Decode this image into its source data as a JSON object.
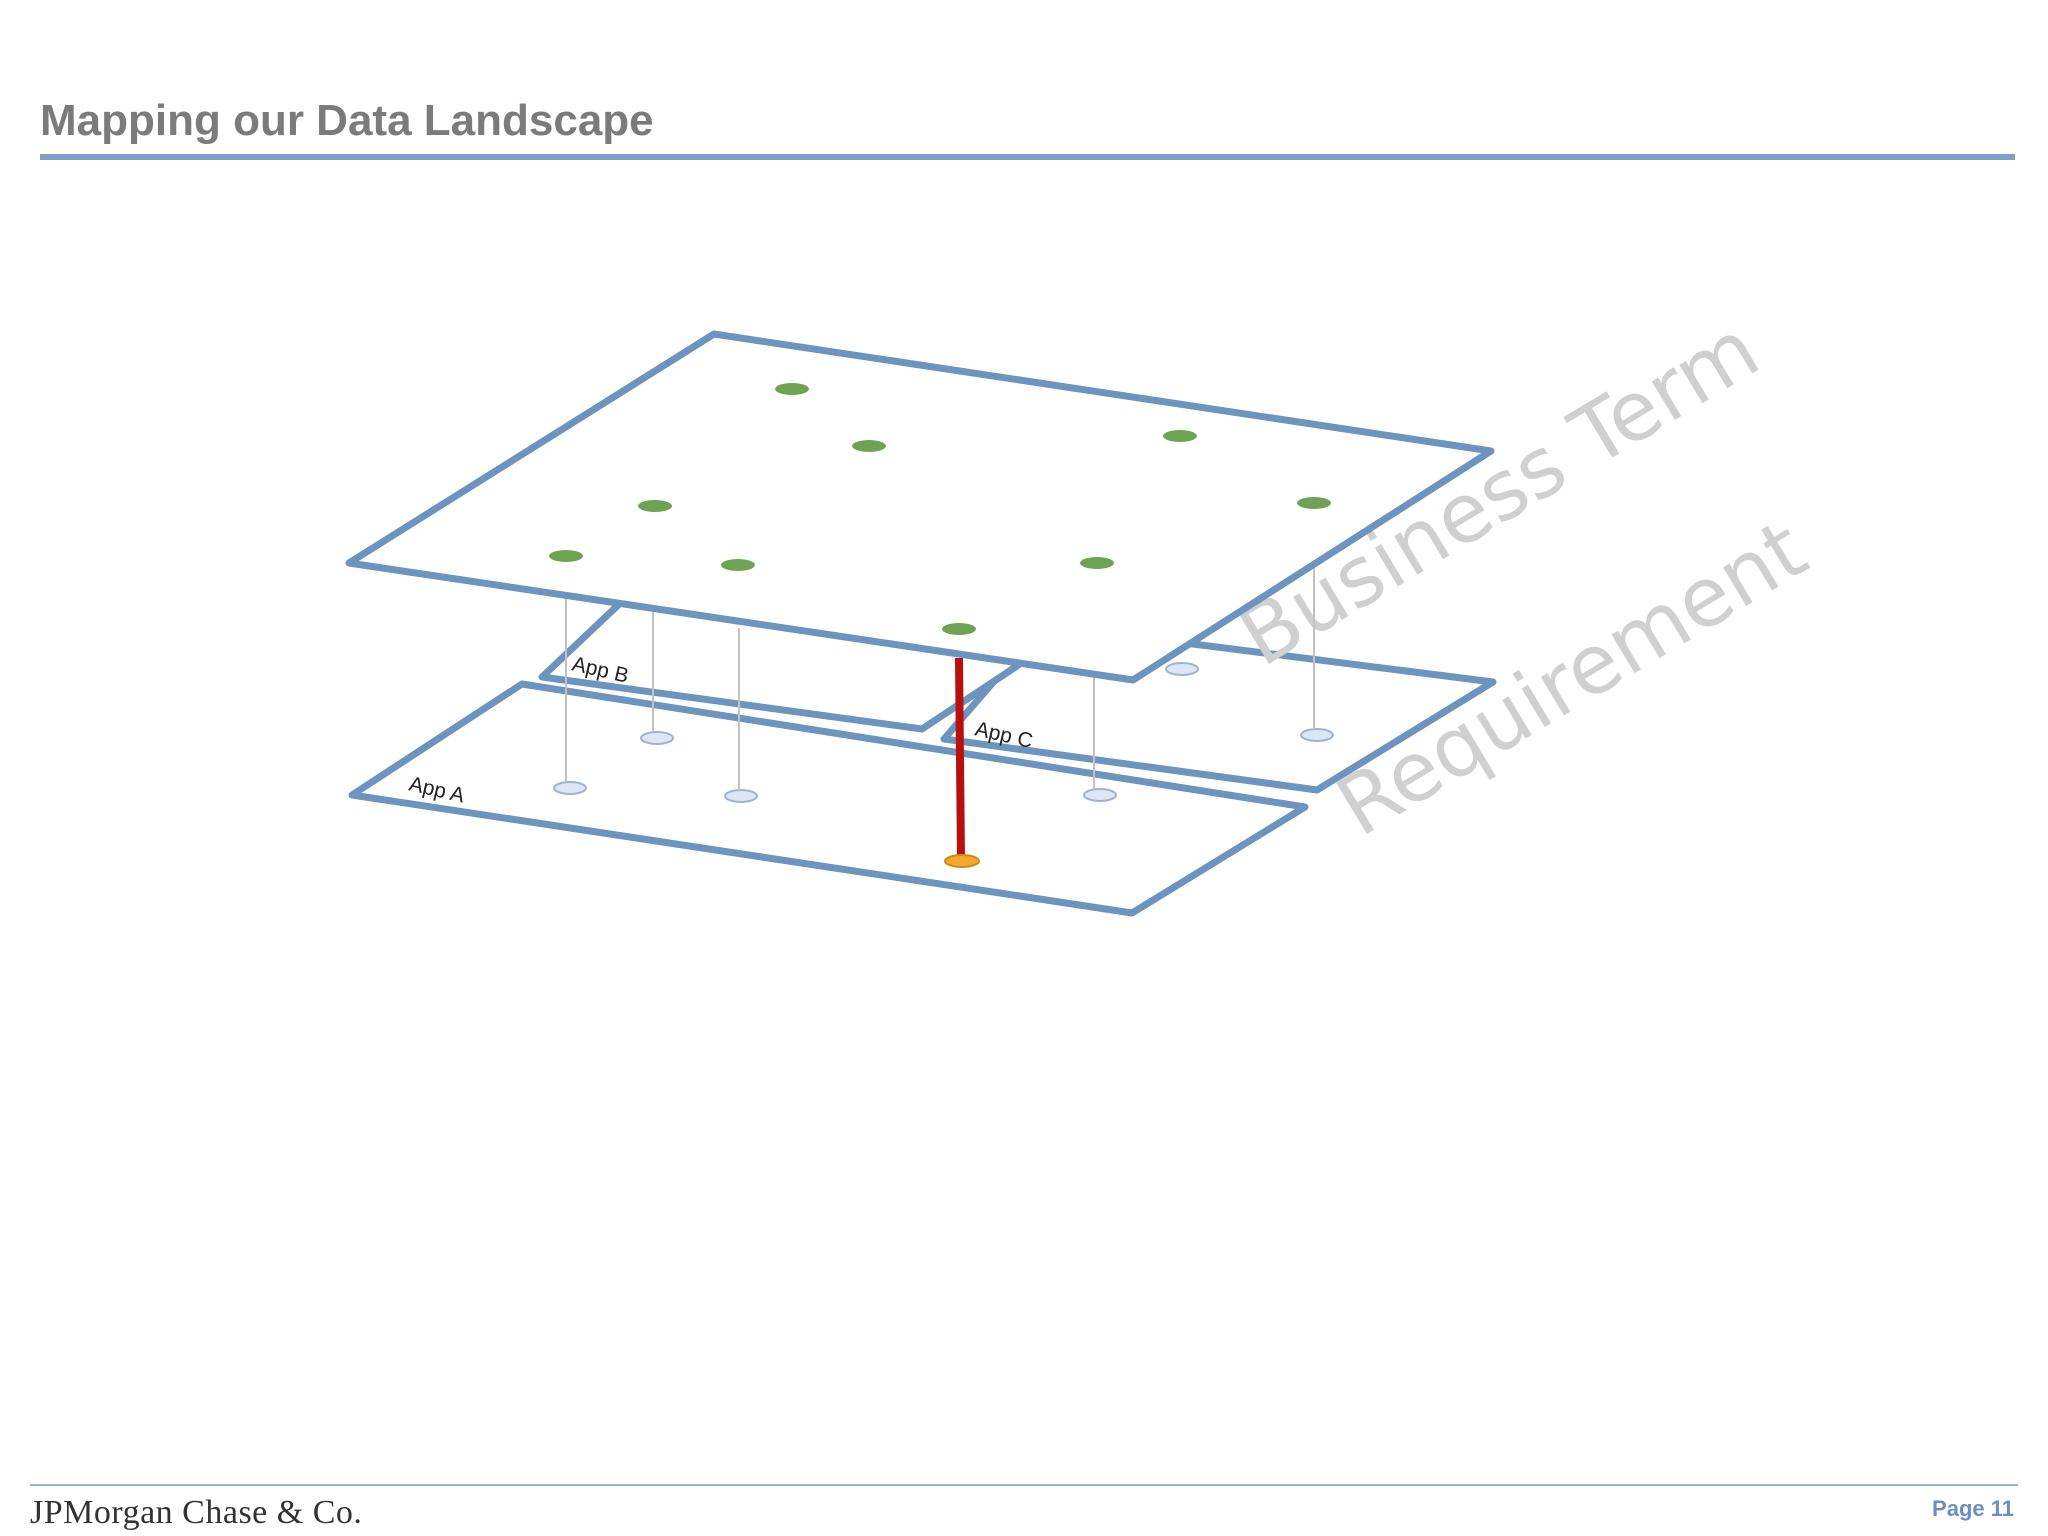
{
  "slide": {
    "title": "Mapping our Data Landscape"
  },
  "diagram": {
    "top_layer_label": "Business Term",
    "bottom_layer_label": "Requirement",
    "apps": [
      "App A",
      "App B",
      "App C"
    ],
    "colors": {
      "plane_border": "#6d93bf",
      "business_term_dot": "#6ea354",
      "requirement_dot": "#dde6f5",
      "highlight_link": "#b80f0f",
      "highlight_dot": "#f2aa2c",
      "connector": "#c2c2c2",
      "layer_label": "#d0d0d0"
    }
  },
  "footer": {
    "company": "JPMorgan Chase & Co.",
    "page": "Page 11"
  }
}
